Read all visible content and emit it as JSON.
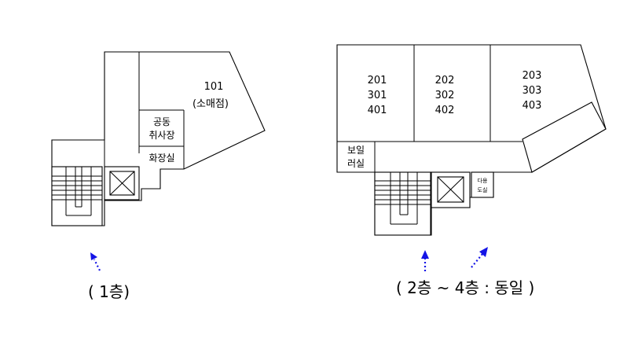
{
  "floor1": {
    "rooms": {
      "shop_number": "101",
      "shop_name": "(소매점)",
      "kitchen_line1": "공동",
      "kitchen_line2": "취사장",
      "toilet": "화장실"
    },
    "caption": "( 1층)"
  },
  "floor2to4": {
    "rooms": {
      "col1": [
        "201",
        "301",
        "401"
      ],
      "col2": [
        "202",
        "302",
        "402"
      ],
      "col3": [
        "203",
        "303",
        "403"
      ],
      "boiler_line1": "보일",
      "boiler_line2": "러실",
      "tiny_line1": "다용",
      "tiny_line2": "도실"
    },
    "caption": "( 2층 ~ 4층 : 동일 )"
  },
  "colors": {
    "arrow": "#1414e6",
    "line": "#000000",
    "background": "#ffffff"
  }
}
